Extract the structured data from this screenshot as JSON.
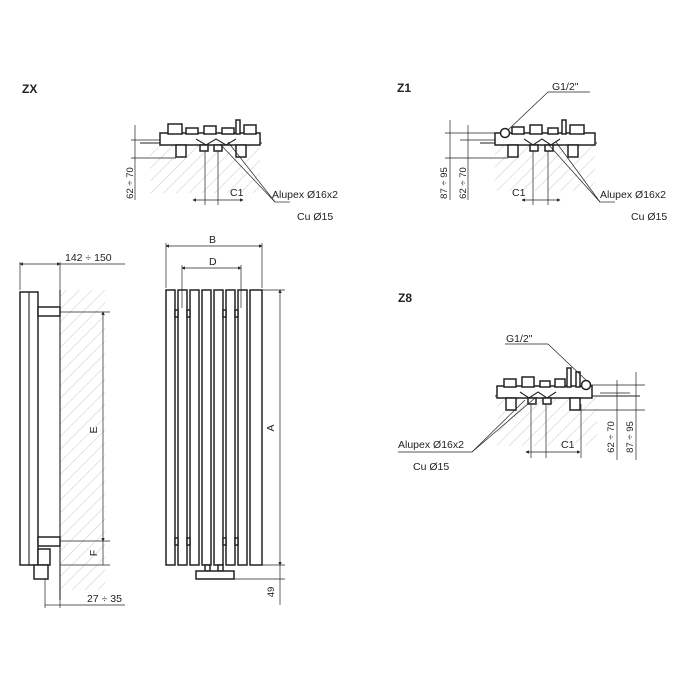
{
  "sections": {
    "zx": {
      "title": "ZX",
      "dim_height": "62 ÷ 70",
      "dim_c1": "C1",
      "note_alupex": "Alupex Ø16x2",
      "note_cu": "Cu Ø15"
    },
    "z1": {
      "title": "Z1",
      "thread": "G1/2\"",
      "dim_outer": "87 ÷ 95",
      "dim_inner": "62 ÷ 70",
      "dim_c1": "C1",
      "note_alupex": "Alupex Ø16x2",
      "note_cu": "Cu Ø15"
    },
    "z8": {
      "title": "Z8",
      "thread": "G1/2\"",
      "dim_inner": "62 ÷ 70",
      "dim_outer": "87 ÷ 95",
      "dim_c1": "C1",
      "note_alupex": "Alupex Ø16x2",
      "note_cu": "Cu Ø15"
    },
    "side_view": {
      "dim_top": "142 ÷ 150",
      "dim_e": "E",
      "dim_f": "F",
      "dim_bottom": "27 ÷ 35"
    },
    "front_view": {
      "dim_b": "B",
      "dim_d": "D",
      "dim_a": "A",
      "dim_49": "49"
    }
  }
}
